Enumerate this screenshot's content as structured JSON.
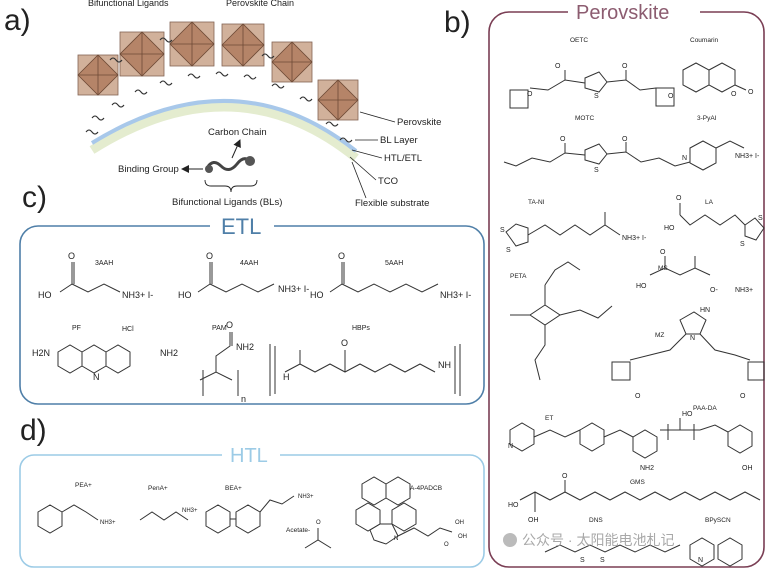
{
  "panels": {
    "a": {
      "letter": "a)"
    },
    "b": {
      "letter": "b)",
      "title": "Perovskite"
    },
    "c": {
      "letter": "c)",
      "title": "ETL"
    },
    "d": {
      "letter": "d)",
      "title": "HTL"
    }
  },
  "panel_a": {
    "top_labels": [
      "Bifunctional Ligands",
      "Perovskite Chain"
    ],
    "side_labels": [
      "Perovskite",
      "BL Layer",
      "HTL/ETL",
      "TCO",
      "Flexible substrate"
    ],
    "carbon_chain": "Carbon Chain",
    "binding_group": "Binding Group",
    "bl_caption": "Bifunctional Ligands (BLs)"
  },
  "etl": {
    "names": [
      "3AAH",
      "4AAH",
      "5AAH",
      "PF",
      "HCl",
      "PAM",
      "HBPs"
    ],
    "atoms": [
      "O",
      "HO",
      "NH3+ I-",
      "O",
      "HO",
      "NH3+ I-",
      "O",
      "HO",
      "NH3+ I-",
      "H2N",
      "NH2",
      "NH2",
      "O",
      "O",
      "N",
      "NH",
      "H",
      "n"
    ]
  },
  "htl": {
    "names": [
      "PEA+",
      "PenA+",
      "BEA+",
      "Acetate-",
      "A-4PADCB"
    ],
    "atoms": [
      "NH3+",
      "NH3+",
      "NH3+",
      "O",
      "N",
      "OH",
      "OH",
      "O"
    ]
  },
  "perovskite": {
    "names": [
      "OETC",
      "Coumarin",
      "MOTC",
      "3-PyAI",
      "TA-NI",
      "LA",
      "PETA",
      "MS",
      "MZ",
      "ET",
      "PAA-DA",
      "GMS",
      "DNS",
      "BPySCN"
    ],
    "atoms": [
      "O",
      "S",
      "O",
      "O",
      "O",
      "O",
      "O",
      "O",
      "S",
      "O",
      "N",
      "NH3+ I-",
      "S",
      "S",
      "NH3+ I-",
      "S",
      "S",
      "HO",
      "O",
      "HO",
      "O",
      "O-",
      "NH3+",
      "N",
      "HN",
      "O",
      "O",
      "N",
      "NH2",
      "HO",
      "OH",
      "HO",
      "OH",
      "O",
      "S",
      "S",
      "N"
    ]
  },
  "watermark": "公众号 · 太阳能电池札记"
}
